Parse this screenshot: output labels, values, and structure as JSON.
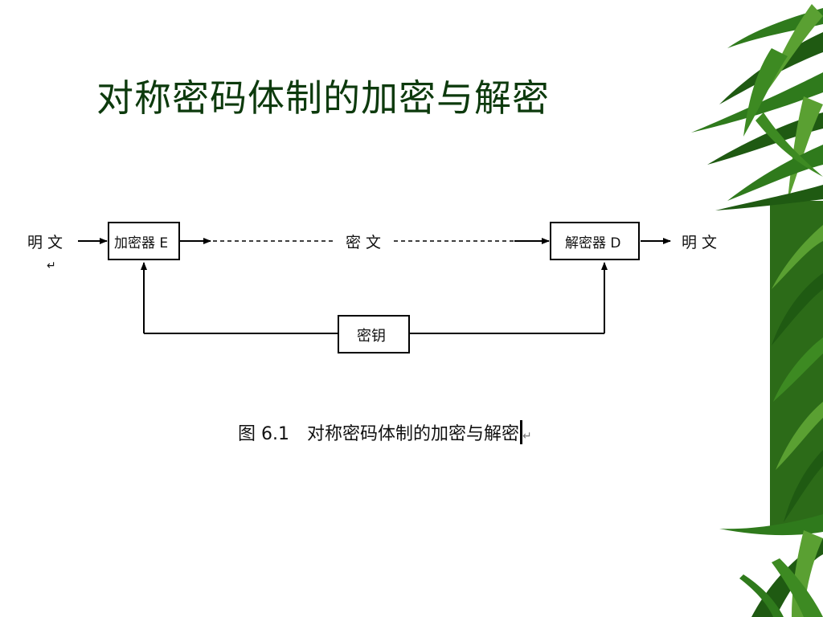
{
  "title": "对称密码体制的加密与解密",
  "diagram": {
    "plaintext_in": "明 文",
    "encryptor": "加密器 E",
    "ciphertext": "密 文",
    "decryptor": "解密器 D",
    "plaintext_out": "明 文",
    "key": "密钥"
  },
  "caption": {
    "number": "图 6.1",
    "text": "对称密码体制的加密与解密"
  },
  "colors": {
    "title": "#0d3a0d",
    "bamboo_dark": "#1f5a12",
    "bamboo_mid": "#2f7a1c",
    "bamboo_light": "#5aa032"
  }
}
